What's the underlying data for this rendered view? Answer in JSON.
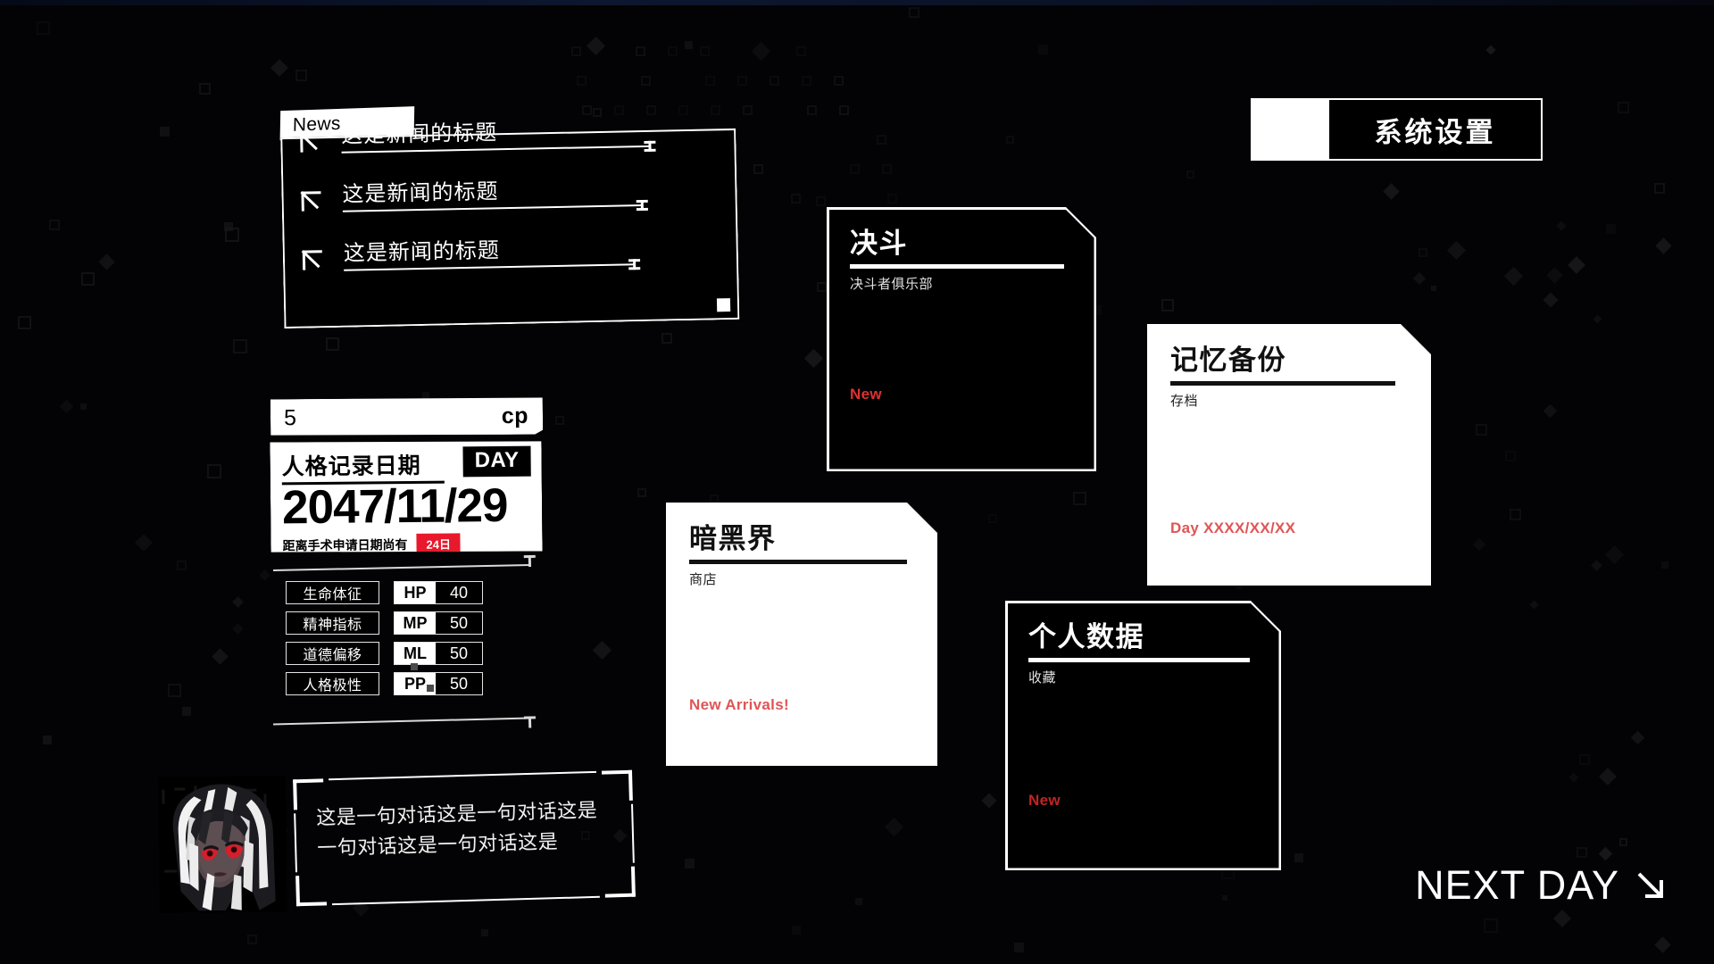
{
  "news": {
    "tab_label": "News",
    "items": [
      {
        "title": "这是新闻的标题",
        "icon": "arrow-up-left-icon"
      },
      {
        "title": "这是新闻的标题",
        "icon": "arrow-up-left-icon"
      },
      {
        "title": "这是新闻的标题",
        "icon": "arrow-up-left-icon"
      }
    ]
  },
  "currency": {
    "amount": "5",
    "unit": "cp"
  },
  "date_panel": {
    "label": "人格记录日期",
    "day_badge": "DAY",
    "value": "2047/11/29",
    "note_text": "距离手术申请日期尚有",
    "note_badge": "24日",
    "note_badge_color": "#e8192c"
  },
  "stats": {
    "rows": [
      {
        "name": "生命体征",
        "abbr": "HP",
        "value": "40"
      },
      {
        "name": "精神指标",
        "abbr": "MP",
        "value": "50"
      },
      {
        "name": "道德偏移",
        "abbr": "ML",
        "value": "50"
      },
      {
        "name": "人格极性",
        "abbr": "PP",
        "value": "50"
      }
    ]
  },
  "dialogue": {
    "text": "这是一句对话这是一句对话这是一句对话这是一句对话这是",
    "portrait_name": "character-portrait"
  },
  "cards": [
    {
      "id": "duel",
      "title": "决斗",
      "subtitle": "决斗者俱乐部",
      "badge": "New",
      "badge_color": "#e03030",
      "theme": "dark"
    },
    {
      "id": "memory-backup",
      "title": "记忆备份",
      "subtitle": "存档",
      "badge": "Day XXXX/XX/XX",
      "badge_color": "#e05555",
      "theme": "light"
    },
    {
      "id": "dark-world",
      "title": "暗黑界",
      "subtitle": "商店",
      "badge": "New Arrivals!",
      "badge_color": "#e05555",
      "theme": "light"
    },
    {
      "id": "personal-data",
      "title": "个人数据",
      "subtitle": "收藏",
      "badge": "New",
      "badge_color": "#c02424",
      "theme": "dark"
    }
  ],
  "system_settings": {
    "label": "系统设置"
  },
  "next_day": {
    "label": "NEXT DAY",
    "icon": "arrow-down-right-icon"
  },
  "theme": {
    "background": "#030305",
    "foreground": "#ffffff",
    "accent_red": "#e8192c"
  }
}
